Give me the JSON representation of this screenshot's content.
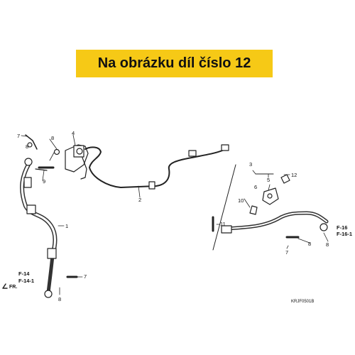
{
  "banner": {
    "text": "Na obrázku díl číslo 12",
    "color": "#f6c916"
  },
  "callouts": [
    "1",
    "2",
    "3",
    "4",
    "5",
    "6",
    "7",
    "8",
    "9",
    "10",
    "11",
    "12"
  ],
  "labels": {
    "p7a": "7",
    "p8a": "8",
    "p4": "4",
    "p8b": "8",
    "p9": "9",
    "p2": "2",
    "p1": "1",
    "p3": "3",
    "p5": "5",
    "p6": "6",
    "p12": "12",
    "p10": "10",
    "p11": "11",
    "p8c": "8",
    "p8d": "8",
    "p7b": "7",
    "p7c": "7",
    "p8e": "8"
  },
  "refs": {
    "f14": "F-14",
    "f14_1": "F-14-1",
    "f16": "F-16",
    "f16_1": "F-16-1",
    "fr": "FR."
  },
  "diagram_code": "KRJF0501B"
}
